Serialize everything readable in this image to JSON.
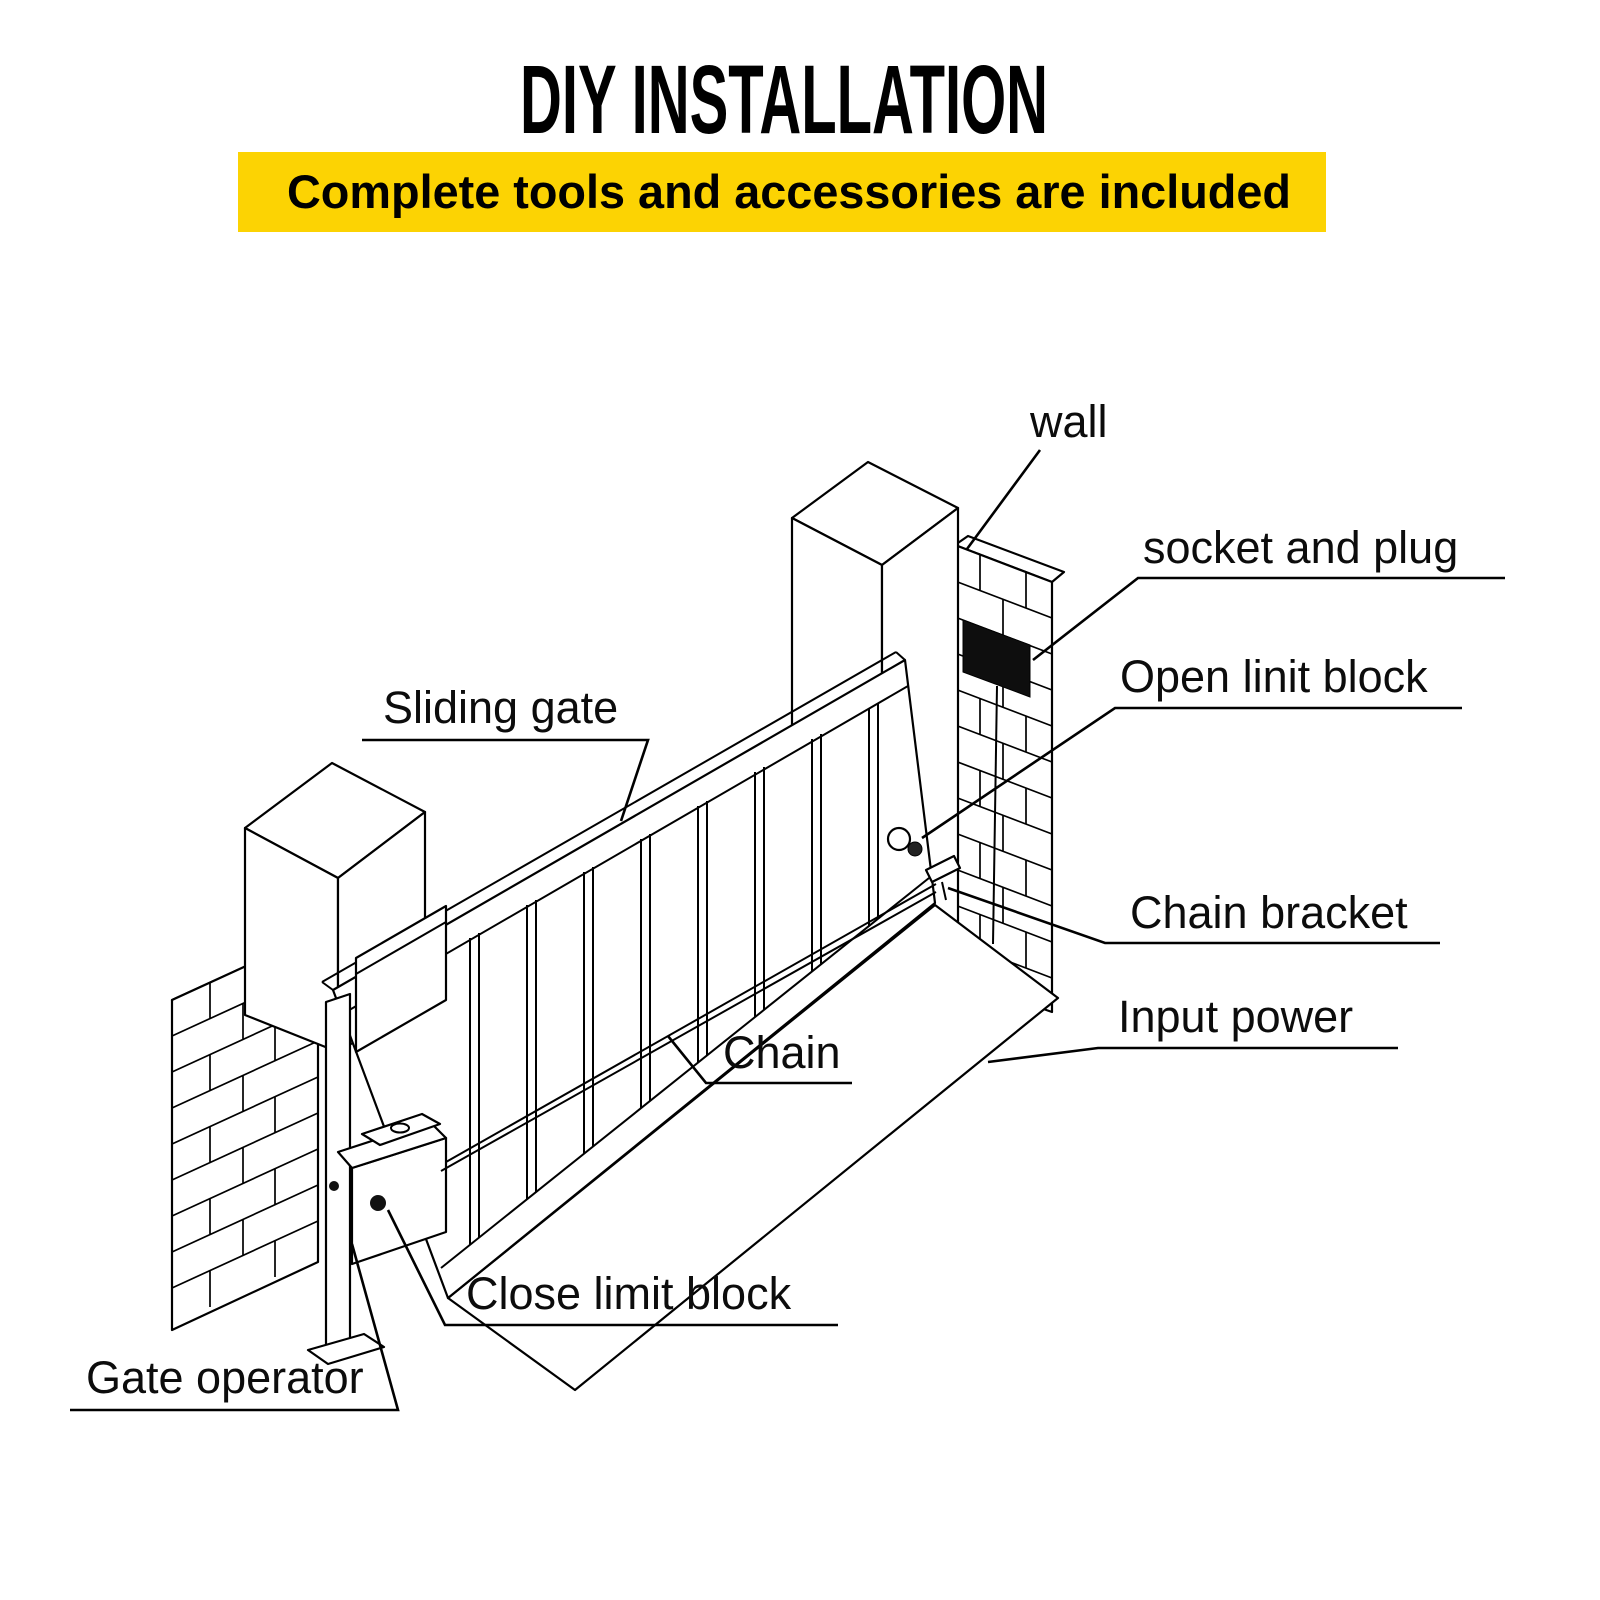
{
  "header": {
    "title": "DIY INSTALLATION",
    "banner": "Complete tools and accessories are included"
  },
  "colors": {
    "banner_bg": "#FCD303",
    "banner_text": "#000000",
    "line": "#000000",
    "background": "#FFFFFF"
  },
  "diagram": {
    "labels": {
      "wall": "wall",
      "socket_and_plug": "socket and plug",
      "open_limit_block": "Open linit block",
      "chain_bracket": "Chain bracket",
      "input_power": "Input power",
      "sliding_gate": "Sliding gate",
      "chain": "Chain",
      "close_limit_block": "Close limit block",
      "gate_operator": "Gate operator"
    }
  }
}
